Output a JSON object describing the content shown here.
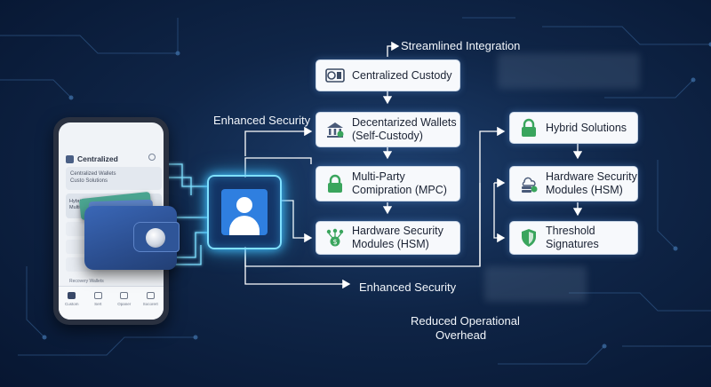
{
  "labels": {
    "streamlined_integration": "Streamlined Integration",
    "enhanced_security_top": "Enhanced Security",
    "enhanced_security_bottom": "Enhanced Security",
    "reduced_overhead_1": "Reduced Operational",
    "reduced_overhead_2": "Overhead"
  },
  "left_column": [
    {
      "label": "Centralized Custody",
      "icon": "storage-icon"
    },
    {
      "label": "Decentarized Wallets\n(Self-Custody)",
      "icon": "bank-icon"
    },
    {
      "label": "Multi-Party\nComipration (MPC)",
      "icon": "lock-icon"
    },
    {
      "label": "Hardware Security\nModules (HSM)",
      "icon": "key-network-icon"
    }
  ],
  "right_column": [
    {
      "label": "Hybrid Solutions",
      "icon": "lock-icon"
    },
    {
      "label": "Hardware Security\nModules (HSM)",
      "icon": "cloud-server-icon"
    },
    {
      "label": "Threshold\nSignatures",
      "icon": "shield-icon"
    }
  ],
  "phone": {
    "header": "Centralized",
    "card_line1": "Centralized Wallets",
    "card_line2": "Custo Solutions",
    "hybrid_line1": "Hybrid Custody",
    "hybrid_line2": "Multi-S...",
    "recovery": "Recovery Wallets",
    "nav": [
      "Custom",
      "Sert",
      "Opaner",
      "Socorert"
    ]
  },
  "colors": {
    "background": "#0f2547",
    "accent_glow": "#42c2ff",
    "icon_green": "#3aa55d",
    "user_tile": "#2f7fe0"
  }
}
